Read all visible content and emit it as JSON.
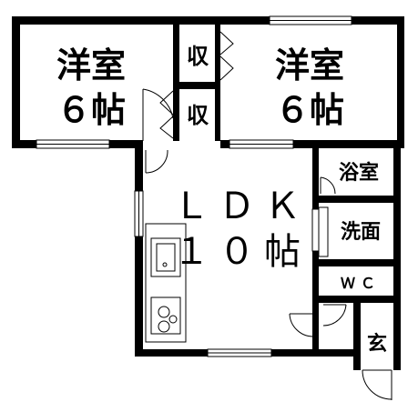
{
  "rooms": {
    "western_left": {
      "name": "洋室",
      "size": "６帖"
    },
    "western_right": {
      "name": "洋室",
      "size": "６帖"
    },
    "storage_upper": {
      "name": "収"
    },
    "storage_lower": {
      "name": "収"
    },
    "ldk": {
      "name": "ＬＤＫ",
      "size": "１０帖"
    },
    "bathroom": {
      "name": "浴室"
    },
    "washroom": {
      "name": "洗面"
    },
    "toilet": {
      "name": "ＷＣ"
    },
    "entrance": {
      "name": "玄"
    }
  }
}
